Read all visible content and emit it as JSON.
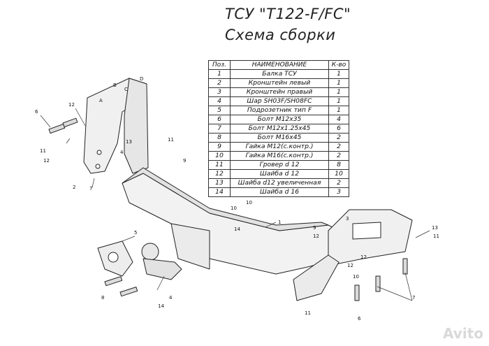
{
  "title": "ТСУ \"T122-F/FC\"",
  "subtitle": "Схема сборки",
  "table": {
    "headers": [
      "Поз.",
      "НАИМЕНОВАНИЕ",
      "К-во"
    ],
    "rows": [
      [
        "1",
        "Балка ТСУ",
        "1"
      ],
      [
        "2",
        "Кронштейн левый",
        "1"
      ],
      [
        "3",
        "Кронштейн правый",
        "1"
      ],
      [
        "4",
        "Шар SH03F/SH08FC",
        "1"
      ],
      [
        "5",
        "Подрозетник тип F",
        "1"
      ],
      [
        "6",
        "Болт M12x35",
        "4"
      ],
      [
        "7",
        "Болт M12x1.25x45",
        "6"
      ],
      [
        "8",
        "Болт M16x45",
        "2"
      ],
      [
        "9",
        "Гайка M12(с.контр.)",
        "2"
      ],
      [
        "10",
        "Гайка M16(с.контр.)",
        "2"
      ],
      [
        "11",
        "Гровер d 12",
        "8"
      ],
      [
        "12",
        "Шайба d 12",
        "10"
      ],
      [
        "13",
        "Шайба d12 увеличенная",
        "2"
      ],
      [
        "14",
        "Шайба d 16",
        "3"
      ]
    ]
  },
  "callouts": {
    "left": [
      "6",
      "12",
      "11",
      "12",
      "2",
      "7",
      "13",
      "11",
      "9",
      "4"
    ],
    "center": [
      "10",
      "10",
      "14",
      "1",
      "9",
      "12"
    ],
    "bottom_left": [
      "5",
      "8",
      "14",
      "4"
    ],
    "right": [
      "3",
      "13",
      "11",
      "12",
      "10",
      "12",
      "7",
      "11",
      "6"
    ],
    "bracket_letters": [
      "A",
      "B",
      "C",
      "D"
    ]
  },
  "watermark": "Avito"
}
